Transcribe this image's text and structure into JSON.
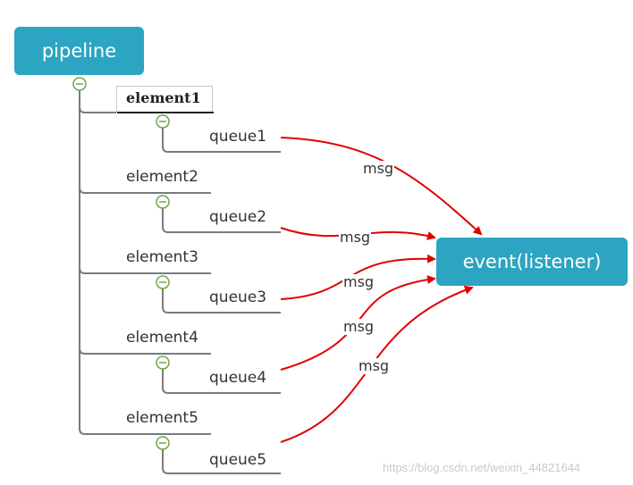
{
  "root": {
    "label": "pipeline"
  },
  "listener": {
    "label": "event(listener)"
  },
  "elements": [
    {
      "label": "element1",
      "queue": "queue1",
      "selected": true
    },
    {
      "label": "element2",
      "queue": "queue2"
    },
    {
      "label": "element3",
      "queue": "queue3"
    },
    {
      "label": "element4",
      "queue": "queue4"
    },
    {
      "label": "element5",
      "queue": "queue5"
    }
  ],
  "edge_label": "msg",
  "edges": [
    {
      "from": "queue1",
      "to": "event(listener)",
      "label": "msg"
    },
    {
      "from": "queue2",
      "to": "event(listener)",
      "label": "msg"
    },
    {
      "from": "queue3",
      "to": "event(listener)",
      "label": "msg"
    },
    {
      "from": "queue4",
      "to": "event(listener)",
      "label": "msg"
    },
    {
      "from": "queue5",
      "to": "event(listener)",
      "label": "msg"
    }
  ],
  "colors": {
    "node": "#2ba5c2",
    "arrow": "#e00000",
    "tree_line": "#7a7a7a",
    "toggle": "#6aa84f"
  },
  "toggle_icon": "collapse-minus-icon",
  "watermark": "https://blog.csdn.net/weixin_44821644"
}
